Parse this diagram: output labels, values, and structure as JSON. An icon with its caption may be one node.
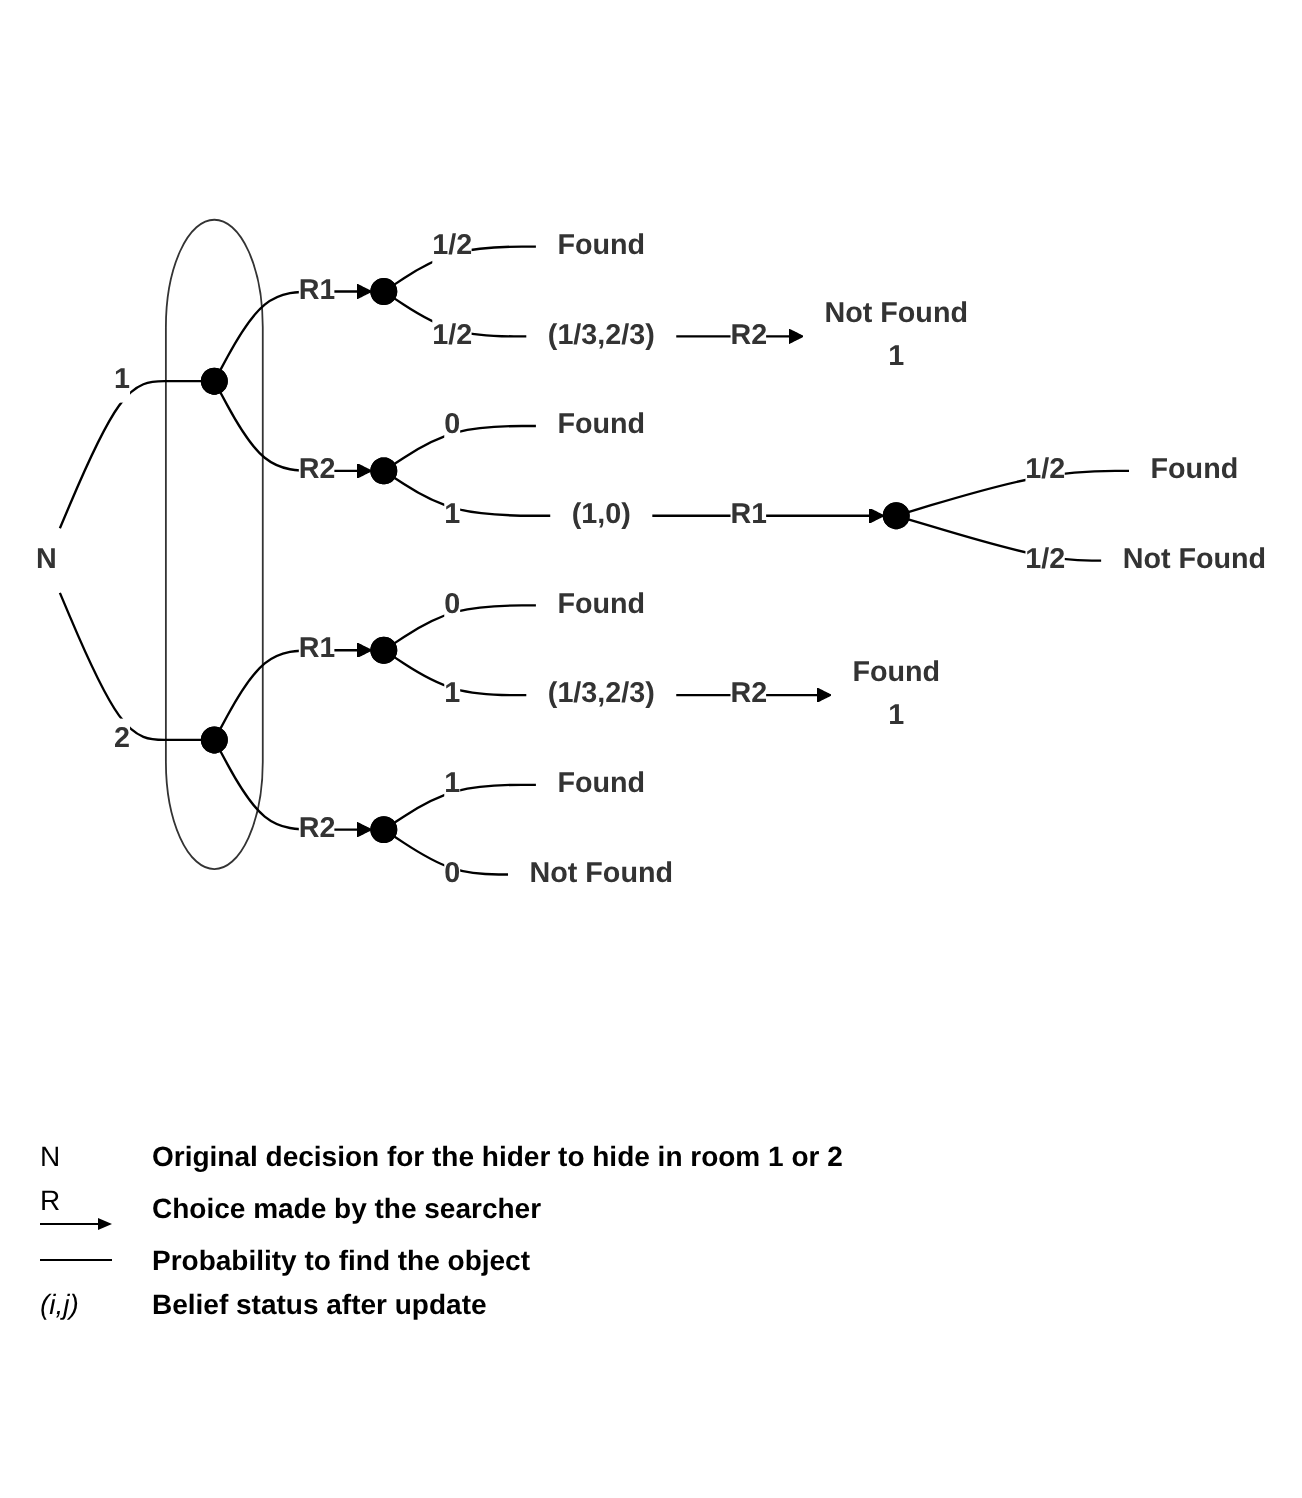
{
  "diagram": {
    "nodes": [
      {
        "text": [
          "N"
        ]
      },
      {
        "text": [],
        "shape": "ellipse"
      },
      {
        "text": [],
        "shape": "circle",
        "in": 1
      },
      {
        "text": [],
        "shape": "circle",
        "in": 1
      },
      {
        "text": [],
        "shape": "circle"
      },
      {
        "text": [
          "Found"
        ]
      },
      {
        "text": [],
        "shape": "circle",
        "beside": [
          "(1/3,2/3)"
        ]
      },
      {
        "text": [
          "Not Found"
        ],
        "beside": [
          "1"
        ]
      },
      {
        "text": [],
        "shape": "circle"
      },
      {
        "text": [
          "Found"
        ]
      },
      {
        "text": [],
        "shape": "circle",
        "beside": [
          "(1,0)"
        ]
      },
      {
        "text": [],
        "shape": "circle"
      },
      {
        "text": [
          "Found"
        ]
      },
      {
        "text": [
          "Not Found"
        ]
      },
      {
        "text": [],
        "shape": "circle"
      },
      {
        "text": [
          "Found"
        ]
      },
      {
        "text": [],
        "shape": "circle",
        "beside": [
          "(1/3,2/3)"
        ]
      },
      {
        "text": [
          "Found"
        ],
        "beside": [
          "1"
        ]
      },
      {
        "text": [],
        "shape": "circle"
      },
      {
        "text": [
          "Found"
        ]
      },
      {
        "text": [
          "Not Found"
        ]
      }
    ],
    "edges": [
      {
        "from": 0,
        "to": 2,
        "label": "1",
        "arrow": "none"
      },
      {
        "from": 0,
        "to": 3,
        "label": "2",
        "arrow": "none"
      },
      {
        "from": 2,
        "to": 4,
        "label": "R1",
        "arrow": "to"
      },
      {
        "from": 4,
        "to": 5,
        "label": "1/2",
        "arrow": "none"
      },
      {
        "from": 4,
        "to": 6,
        "label": "1/2",
        "arrow": "none"
      },
      {
        "from": 6,
        "to": 7,
        "label": "R2",
        "arrow": "to"
      },
      {
        "from": 2,
        "to": 8,
        "label": "R2",
        "arrow": "to"
      },
      {
        "from": 8,
        "to": 9,
        "label": "0",
        "arrow": "none"
      },
      {
        "from": 8,
        "to": 10,
        "label": "1",
        "arrow": "none"
      },
      {
        "from": 10,
        "to": 11,
        "label": "R1",
        "arrow": "to"
      },
      {
        "from": 11,
        "to": 12,
        "label": "1/2",
        "arrow": "none"
      },
      {
        "from": 11,
        "to": 13,
        "label": "1/2",
        "arrow": "none"
      },
      {
        "from": 3,
        "to": 14,
        "label": "R1",
        "arrow": "to"
      },
      {
        "from": 14,
        "to": 15,
        "label": "0",
        "arrow": "none"
      },
      {
        "from": 14,
        "to": 16,
        "label": "1",
        "arrow": "none"
      },
      {
        "from": 16,
        "to": 17,
        "label": "R2",
        "arrow": "to"
      },
      {
        "from": 3,
        "to": 18,
        "label": "R2",
        "arrow": "to"
      },
      {
        "from": 18,
        "to": 19,
        "label": "1",
        "arrow": "none"
      },
      {
        "from": 18,
        "to": 20,
        "label": "0",
        "arrow": "none"
      }
    ],
    "labels": [
      "N",
      "R",
      "(i,j)"
    ],
    "legend": [
      {
        "text": "Original decision for the hider to hide in room 1 or 2"
      },
      {
        "text": "Choice made by the searcher"
      },
      {
        "text": "Probability to find the object"
      },
      {
        "text": "Belief status after update"
      }
    ]
  }
}
